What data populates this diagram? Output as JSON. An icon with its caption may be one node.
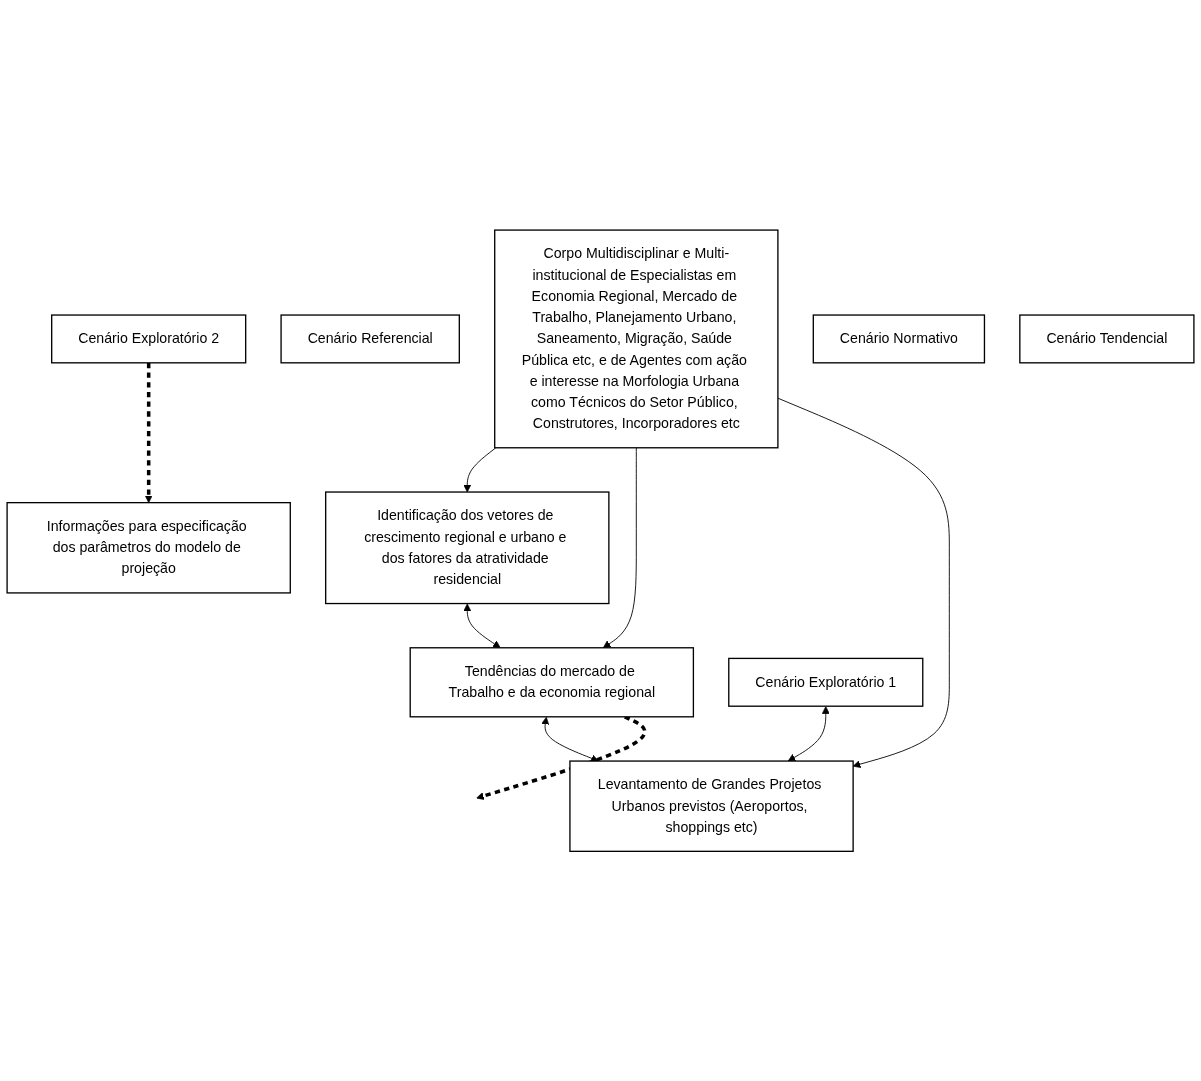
{
  "diagram": {
    "nodes": [
      {
        "text": [
          "Corpo Multidisciplinar e Multi-institucional de Especialistas em Economia Regional, Mercado de Trabalho, Planejamento Urbano, Saneamento, Migração, Saúde Pública etc, e de Agentes com ação e interesse na Morfologia Urbana como Técnicos do Setor Público, Construtores, Incorporadores etc"
        ]
      },
      {
        "text": [
          "Tendências do mercado de Trabalho e da economia regional"
        ]
      },
      {
        "text": [
          "Identificação dos vetores de crescimento regional e urbano e dos fatores da atratividade residencial"
        ]
      },
      {
        "text": [
          "Levantamento de Grandes Projetos Urbanos previstos (Aeroportos, shoppings etc)"
        ]
      },
      {
        "text": [
          "Cenário Exploratório 1"
        ]
      },
      {
        "text": [
          "Cenário Referencial"
        ]
      },
      {
        "text": [
          "Cenário Exploratório 2"
        ]
      },
      {
        "text": [
          "Cenário Normativo"
        ]
      },
      {
        "text": [
          "Cenário Tendencial"
        ]
      },
      {
        "text": [
          "Informações para especificação dos parâmetros do modelo de projeção"
        ]
      }
    ],
    "edges": [
      {
        "from": 0,
        "to": 2,
        "arrow": "to"
      },
      {
        "from": 0,
        "to": 1,
        "arrow": "to"
      },
      {
        "from": 0,
        "to": 3,
        "arrow": "to"
      },
      {
        "from": 2,
        "to": 1,
        "arrow": "both"
      },
      {
        "from": 1,
        "to": 3,
        "arrow": "both"
      },
      {
        "from": 4,
        "to": 3,
        "arrow": "both"
      },
      {
        "from": 1,
        "to": null,
        "arrow": "to",
        "style": "dashed"
      },
      {
        "from": 6,
        "to": 9,
        "arrow": "to",
        "style": "dashed"
      }
    ]
  }
}
